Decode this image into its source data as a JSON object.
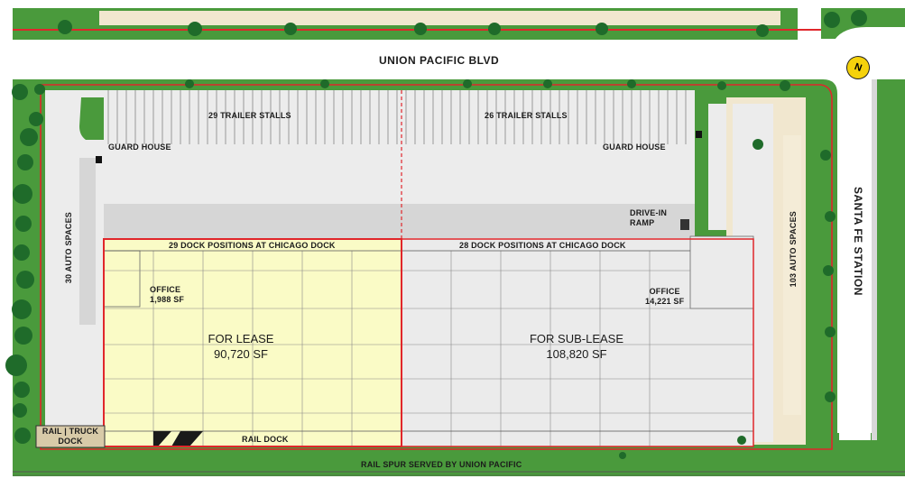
{
  "streets": {
    "north": "UNION PACIFIC BLVD",
    "east": "SANTA FE STATION",
    "rail": "RAIL SPUR SERVED BY UNION PACIFIC"
  },
  "north_arrow": "N",
  "parking": {
    "trailer_west": "29 TRAILER STALLS",
    "trailer_east": "26 TRAILER STALLS",
    "auto_west": "30 AUTO SPACES",
    "auto_east": "103 AUTO SPACES"
  },
  "guard_houses": {
    "west": "GUARD HOUSE",
    "east": "GUARD HOUSE"
  },
  "drive_in": {
    "line1": "DRIVE-IN",
    "line2": "RAMP"
  },
  "docks": {
    "west": "29 DOCK POSITIONS AT CHICAGO DOCK",
    "east": "28 DOCK POSITIONS AT CHICAGO DOCK"
  },
  "offices": {
    "west": {
      "title": "OFFICE",
      "area": "1,988 SF"
    },
    "east": {
      "title": "OFFICE",
      "area": "14,221 SF"
    }
  },
  "units": {
    "lease": {
      "title": "FOR LEASE",
      "area": "90,720 SF"
    },
    "sublease": {
      "title": "FOR SUB-LEASE",
      "area": "108,820 SF"
    }
  },
  "rail": {
    "dock": "RAIL DOCK",
    "truck_line1": "RAIL | TRUCK",
    "truck_line2": "DOCK"
  },
  "colors": {
    "landscape": "#4a9a3c",
    "road": "#ececec",
    "paving": "#d6d6d6",
    "lease_fill": "#fafbc6",
    "sublease_fill": "#ebebeb",
    "boundary": "#e0262b",
    "walk": "#f1e7cf"
  }
}
